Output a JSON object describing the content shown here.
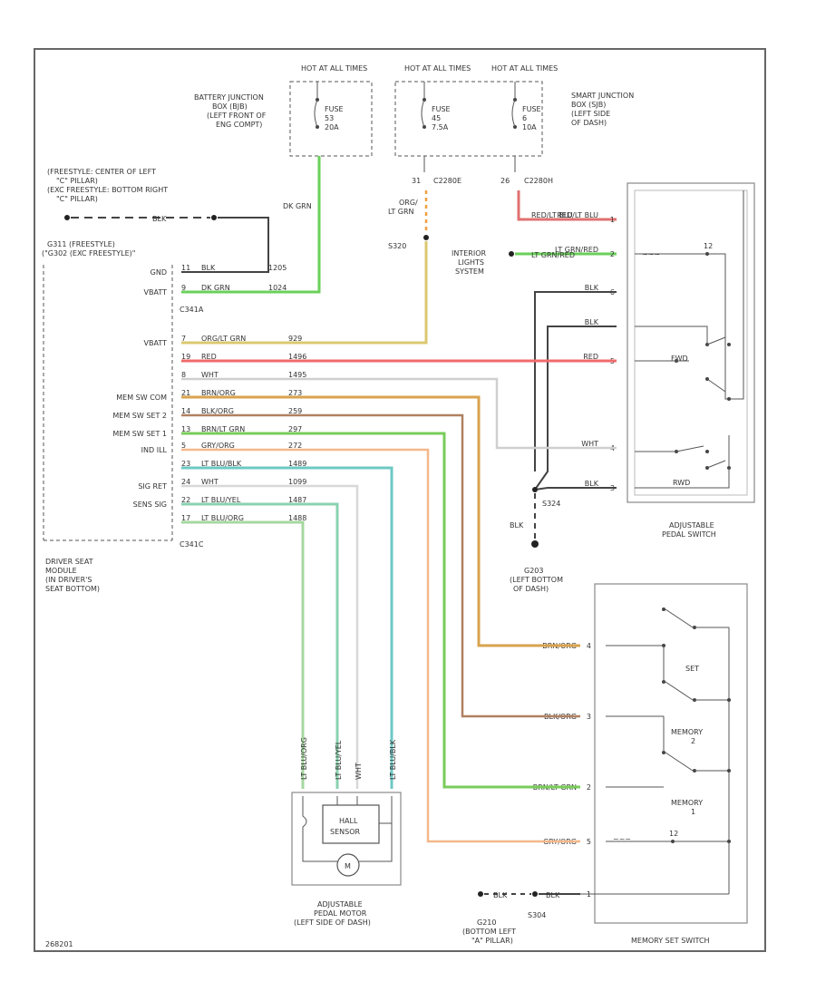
{
  "fuse_labels": {
    "hot_at_all_times_1": "HOT AT ALL TIMES",
    "hot_at_all_times_2": "HOT AT ALL TIMES",
    "hot_at_all_times_3": "HOT AT ALL TIMES",
    "battery_jb": [
      "BATTERY JUNCTION",
      "BOX (BJB)",
      "(LEFT FRONT OF",
      "ENG COMPT)"
    ],
    "smart_jb": [
      "SMART JUNCTION",
      "BOX (SJB)",
      "(LEFT SIDE",
      "OF DASH)"
    ],
    "fuse1": [
      "FUSE",
      "53",
      "20A"
    ],
    "fuse2": [
      "FUSE",
      "45",
      "7.5A"
    ],
    "fuse3": [
      "FUSE",
      "6",
      "10A"
    ],
    "conn_c2280e": "C2280E",
    "conn_c2280h": "C2280H",
    "pin_31": "31",
    "pin_26": "26"
  },
  "ground_top": {
    "note": [
      "(FREESTYLE: CENTER OF LEFT",
      "\"C\" PILLAR)",
      "(EXC FREESTYLE: BOTTOM RIGHT",
      "\"C\" PILLAR)"
    ],
    "wire": "BLK"
  },
  "module": {
    "conn_top": [
      "G311 (FREESTYLE)",
      "(\"G302 (EXC FREESTYLE)\""
    ],
    "name": [
      "DRIVER SEAT",
      "MODULE",
      "(IN DRIVER'S",
      "SEAT BOTTOM)"
    ],
    "conn_a": "C341A",
    "conn_c": "C341C",
    "pins_a": [
      {
        "label": "GND",
        "pin": "11",
        "color": "BLK",
        "circuit": "1205"
      },
      {
        "label": "VBATT",
        "pin": "9",
        "color": "DK GRN",
        "circuit": "1024"
      }
    ],
    "pins_c": [
      {
        "label": "VBATT",
        "pin": "7",
        "color": "ORG/LT GRN",
        "circuit": "929"
      },
      {
        "label": "",
        "pin": "19",
        "color": "RED",
        "circuit": "1496"
      },
      {
        "label": "",
        "pin": "8",
        "color": "WHT",
        "circuit": "1495"
      },
      {
        "label": "MEM SW COM",
        "pin": "21",
        "color": "BRN/ORG",
        "circuit": "273"
      },
      {
        "label": "MEM SW SET 2",
        "pin": "14",
        "color": "BLK/ORG",
        "circuit": "259"
      },
      {
        "label": "MEM SW SET 1",
        "pin": "13",
        "color": "BRN/LT GRN",
        "circuit": "297"
      },
      {
        "label": "IND ILL",
        "pin": "5",
        "color": "GRY/ORG",
        "circuit": "272"
      },
      {
        "label": "",
        "pin": "23",
        "color": "LT BLU/BLK",
        "circuit": "1489"
      },
      {
        "label": "SIG RET",
        "pin": "24",
        "color": "WHT",
        "circuit": "1099"
      },
      {
        "label": "SENS SIG",
        "pin": "22",
        "color": "LT BLU/YEL",
        "circuit": "1487"
      },
      {
        "label": "",
        "pin": "17",
        "color": "LT BLU/ORG",
        "circuit": "1488"
      }
    ]
  },
  "top_wires": {
    "dk_grn": "DK GRN",
    "org_lt_grn": [
      "ORG/",
      "LT GRN"
    ],
    "red_lt_blu": "RED/LT BLU",
    "lt_grn_red": "LT GRN/RED",
    "s320": "S320"
  },
  "interior_lights": [
    "INTERIOR",
    "LIGHTS",
    "SYSTEM"
  ],
  "pedal_switch": {
    "name": [
      "ADJUSTABLE",
      "PEDAL SWITCH"
    ],
    "fwd": "FWD",
    "rwd": "RWD",
    "pins": [
      {
        "pin": "1",
        "color": "RED/LT BLU"
      },
      {
        "pin": "2",
        "color": "LT GRN/RED"
      },
      {
        "pin": "6",
        "color": "BLK"
      },
      {
        "pin": "",
        "color": "BLK"
      },
      {
        "pin": "5",
        "color": "RED"
      },
      {
        "pin": "4",
        "color": "WHT"
      },
      {
        "pin": "3",
        "color": "BLK"
      }
    ]
  },
  "ground_mid": {
    "splice": "S324",
    "wire": "BLK",
    "name": [
      "G203",
      "(LEFT BOTTOM",
      "OF DASH)"
    ]
  },
  "motor": {
    "name": [
      "ADJUSTABLE",
      "PEDAL MOTOR",
      "(LEFT SIDE OF DASH)"
    ],
    "hall": [
      "HALL",
      "SENSOR"
    ],
    "m": "M",
    "wires": [
      "LT BLU/ORG",
      "LT BLU/YEL",
      "WHT",
      "LT BLU/BLK"
    ]
  },
  "memory_switch": {
    "name": "MEMORY SET SWITCH",
    "set": "SET",
    "mem2": [
      "MEMORY",
      "2"
    ],
    "mem1": [
      "MEMORY",
      "1"
    ],
    "pins": [
      {
        "pin": "4",
        "color": "BRN/ORG"
      },
      {
        "pin": "3",
        "color": "BLK/ORG"
      },
      {
        "pin": "2",
        "color": "BRN/LT GRN"
      },
      {
        "pin": "5",
        "color": "GRY/ORG"
      },
      {
        "pin": "1",
        "color": "BLK"
      }
    ]
  },
  "ground_bottom": {
    "wire_a": "BLK",
    "wire_b": "BLK",
    "splice": "S304",
    "name": [
      "G210",
      "(BOTTOM LEFT",
      "\"A\" PILLAR)"
    ]
  },
  "diagram_code": "268201"
}
